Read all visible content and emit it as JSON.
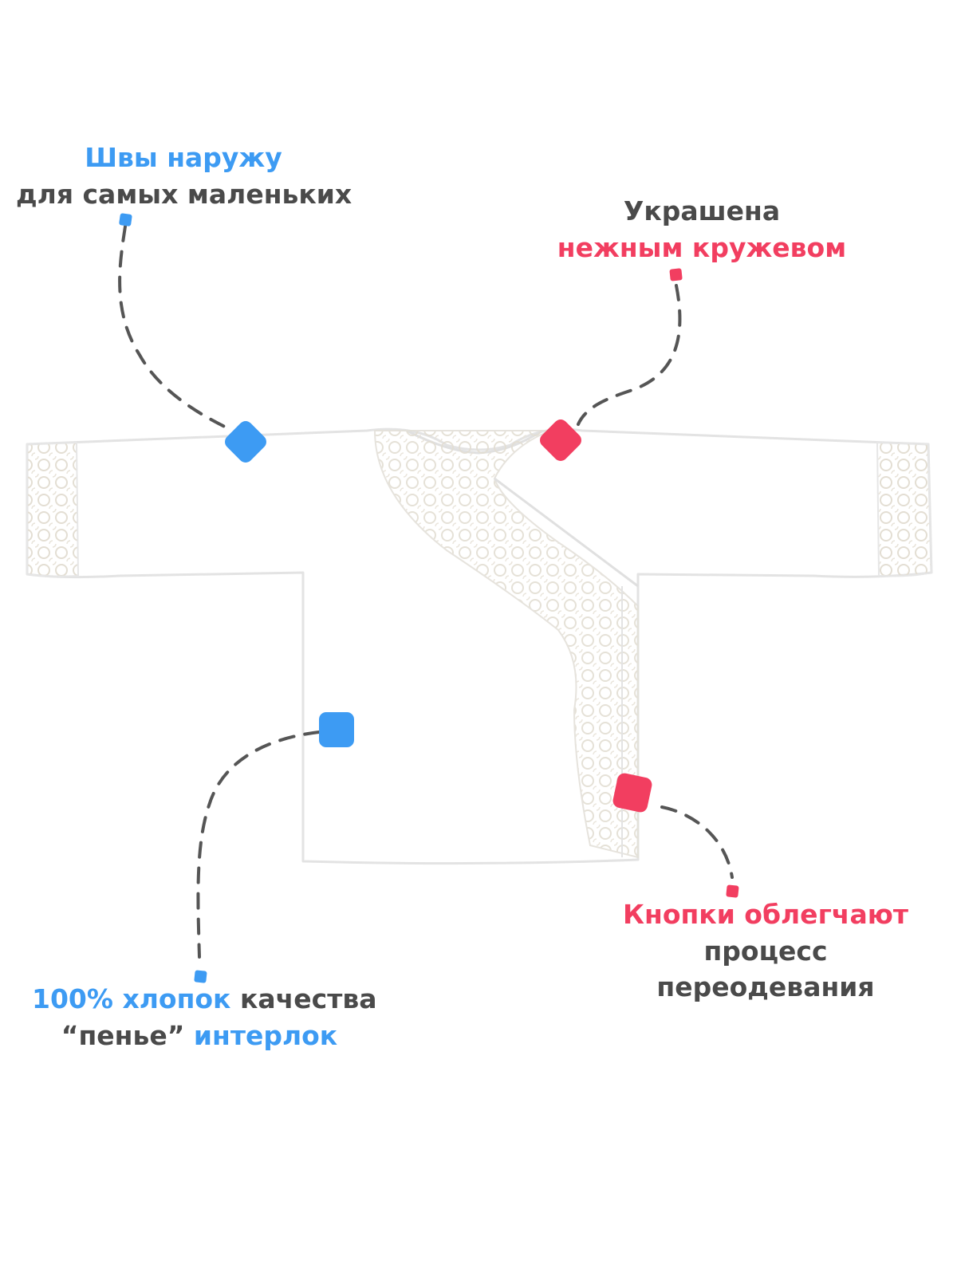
{
  "colors": {
    "blue": "#3d9bf3",
    "pink": "#f23e60",
    "text": "#4a4a4a",
    "line": "#555555",
    "garment": "#ffffff",
    "garment_edge": "#e6e6e6",
    "lace": "#ece8e0"
  },
  "image": {
    "subject": "white baby wrap shirt with lace trim"
  },
  "callouts": {
    "seams": {
      "line1": "Швы наружу",
      "line2": "для самых маленьких",
      "color": "blue"
    },
    "lace": {
      "line1": "Украшена",
      "line2": "нежным кружевом",
      "color": "pink"
    },
    "cotton": {
      "blue1": "100% хлопок",
      "rest1": "качества",
      "rest2": "“пенье”",
      "blue2": "интерлок",
      "color": "blue"
    },
    "buttons": {
      "line1": "Кнопки облегчают",
      "line2": "процесс",
      "line3": "переодевания",
      "color": "pink"
    }
  }
}
